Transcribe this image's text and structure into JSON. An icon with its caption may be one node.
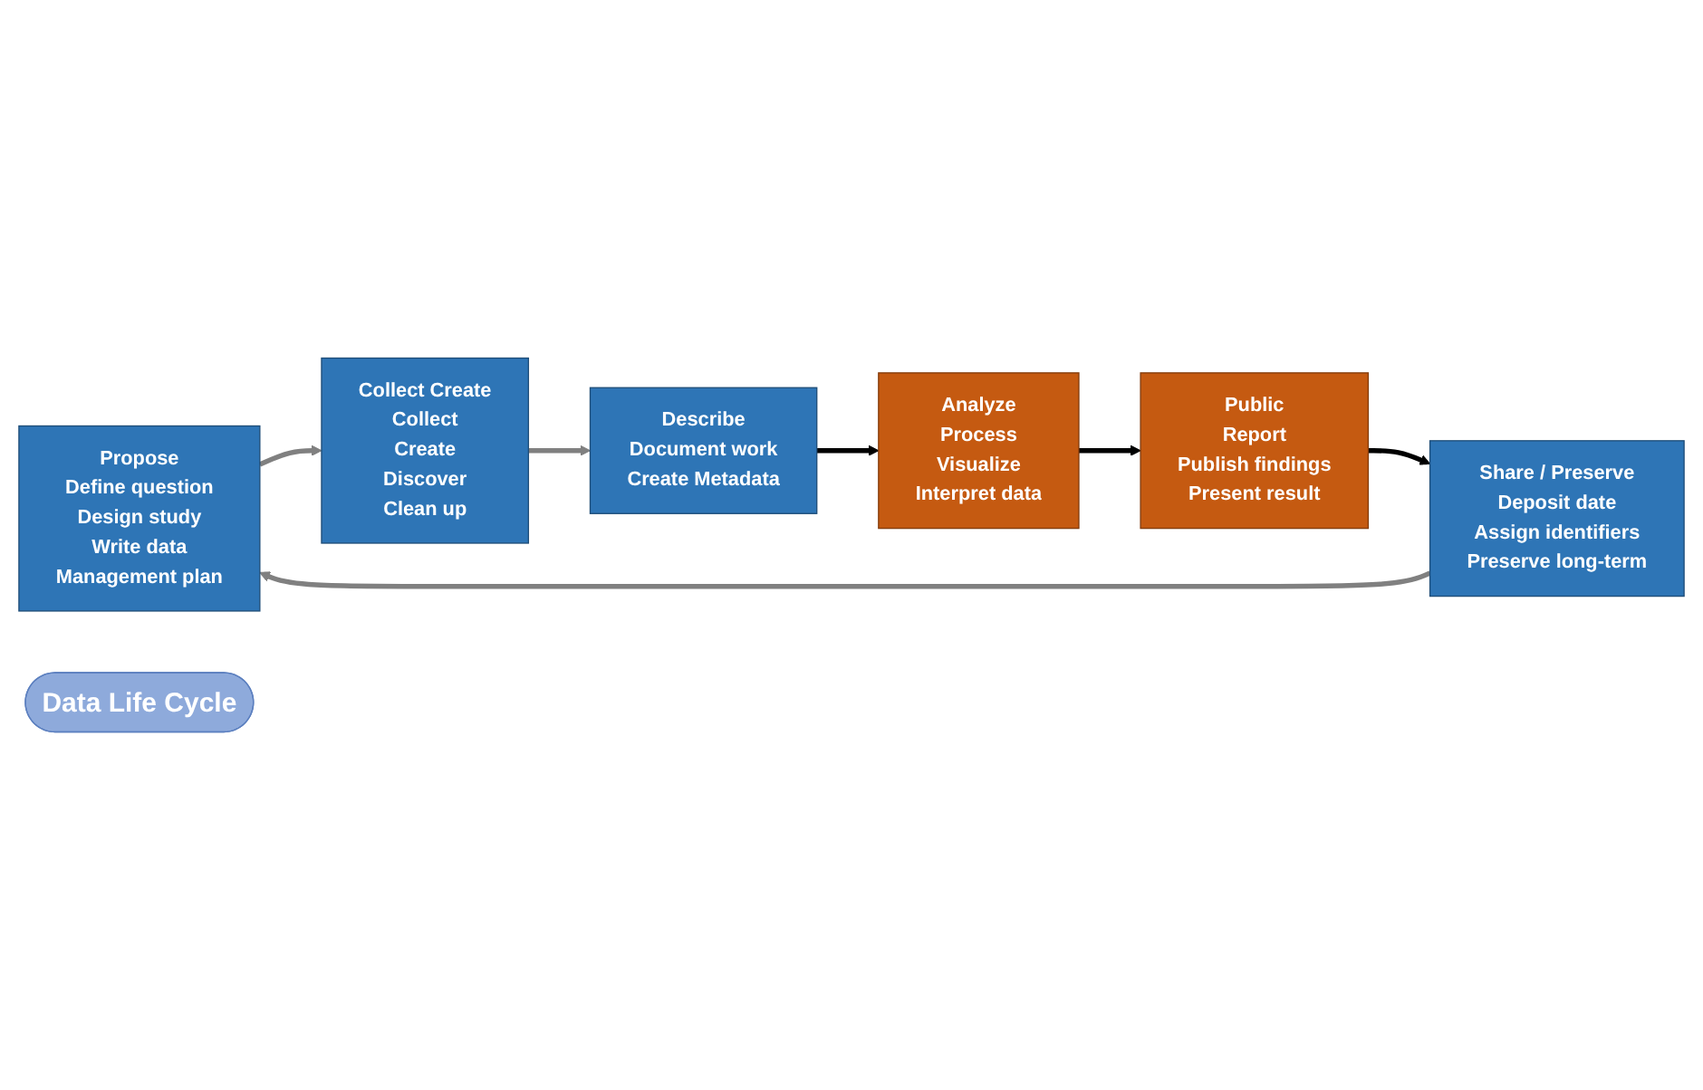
{
  "diagram": {
    "nodes": [
      {
        "text": [
          "Propose",
          "Define question",
          "Design study",
          "Write data",
          "Management plan"
        ]
      },
      {
        "text": [
          "Share / Preserve",
          "Deposit date",
          "Assign identifiers",
          "Preserve long-term"
        ]
      },
      {
        "text": [
          "Collect Create",
          "Collect",
          "Create",
          "Discover",
          "Clean up"
        ]
      },
      {
        "text": [
          "Data Life Cycle"
        ]
      },
      {
        "text": [
          "Public",
          "Report",
          "Publish findings",
          "Present result"
        ]
      },
      {
        "text": [
          "Analyze",
          "Process",
          "Visualize",
          "Interpret data"
        ]
      },
      {
        "text": [
          "Describe",
          "Document work",
          "Create Metadata"
        ]
      }
    ],
    "edges": [
      {
        "from": 0,
        "to": 2,
        "arrow": "to",
        "color": "#808080"
      },
      {
        "from": 2,
        "to": 6,
        "arrow": "to",
        "color": "#808080"
      },
      {
        "from": 6,
        "to": 5,
        "arrow": "to",
        "color": "#000000"
      },
      {
        "from": 5,
        "to": 4,
        "arrow": "to",
        "color": "#000000"
      },
      {
        "from": 4,
        "to": 1,
        "arrow": "to",
        "color": "#000000"
      },
      {
        "from": 1,
        "to": 0,
        "arrow": "to",
        "color": "#808080"
      }
    ]
  }
}
